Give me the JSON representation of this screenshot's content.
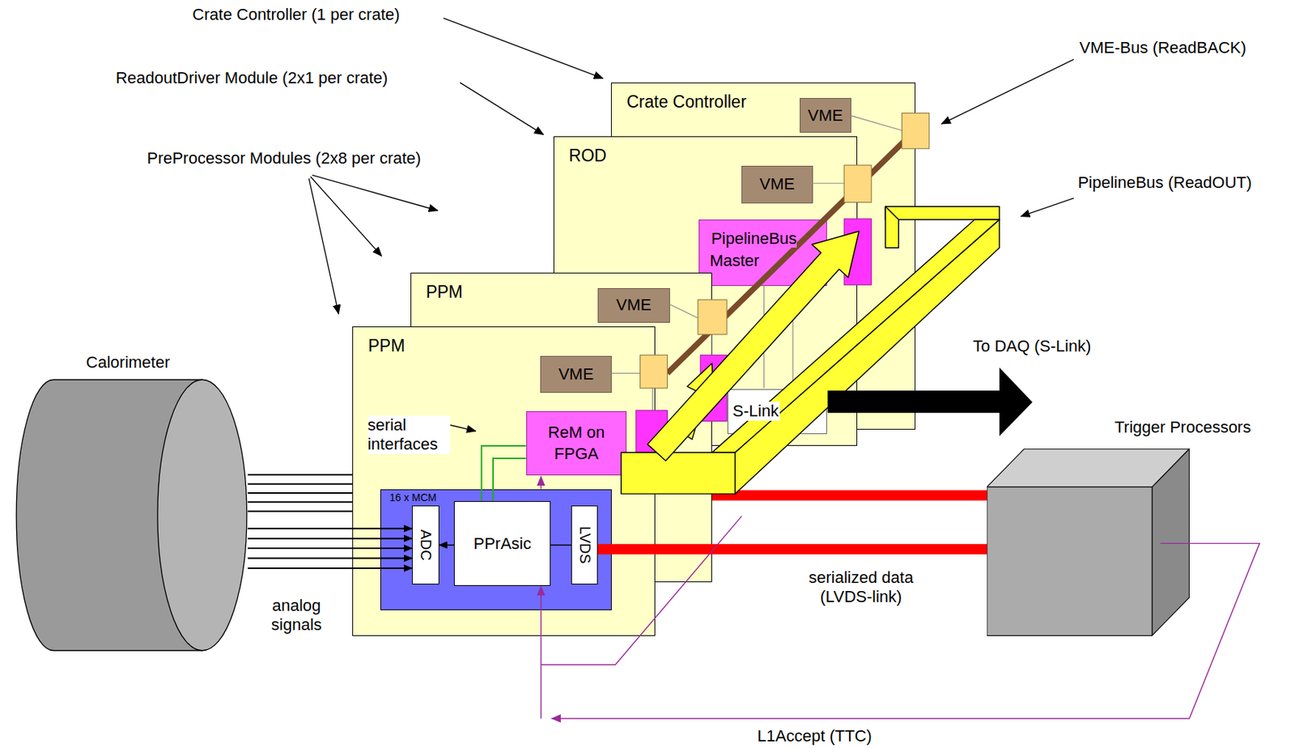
{
  "diagram": {
    "nodes": [
      {
        "text": [
          "Crate Controller"
        ]
      },
      {
        "text": [
          "VME"
        ],
        "in": 0
      },
      {
        "text": [
          "ROD"
        ]
      },
      {
        "text": [
          "VME"
        ],
        "in": 2
      },
      {
        "text": [
          "PipelineBus Master"
        ],
        "in": 2
      },
      {
        "text": [
          "S-Link"
        ],
        "in": 2
      },
      {
        "text": [
          "PPM"
        ]
      },
      {
        "text": [
          "VME"
        ],
        "in": 6
      },
      {
        "text": [
          "PPM"
        ]
      },
      {
        "text": [
          "VME"
        ],
        "in": 8
      },
      {
        "text": [
          "ReM on FPGA"
        ],
        "in": 8
      },
      {
        "text": [
          "16 x MCM"
        ],
        "in": 8
      },
      {
        "text": [
          "ADC"
        ],
        "in": 11
      },
      {
        "text": [
          "PPrAsic"
        ],
        "in": 11
      },
      {
        "text": [
          "LVDS"
        ],
        "in": 11
      },
      {
        "text": [
          "Calorimeter"
        ]
      },
      {
        "text": [
          "Trigger Processors"
        ]
      }
    ],
    "edges": [
      {
        "from": 15,
        "to": 12,
        "arrow": "to"
      },
      {
        "from": 15,
        "to": 12,
        "arrow": "to"
      },
      {
        "from": 15,
        "to": 12,
        "arrow": "to"
      },
      {
        "from": 15,
        "to": 12,
        "arrow": "to"
      },
      {
        "from": 15,
        "to": 12,
        "arrow": "to"
      },
      {
        "from": 15,
        "to": 8,
        "arrow": "none"
      },
      {
        "from": 15,
        "to": 8,
        "arrow": "none"
      },
      {
        "from": 15,
        "to": 8,
        "arrow": "none"
      },
      {
        "from": 15,
        "to": 8,
        "arrow": "none"
      },
      {
        "from": 15,
        "to": 8,
        "arrow": "none"
      },
      {
        "from": 13,
        "to": 10,
        "arrow": "none"
      },
      {
        "from": 13,
        "to": 10,
        "arrow": "none"
      },
      {
        "from": 13,
        "to": 12,
        "arrow": "to"
      },
      {
        "from": 13,
        "to": 14,
        "arrow": "none"
      },
      {
        "from": 14,
        "to": 16,
        "arrow": "none"
      },
      {
        "from": 6,
        "to": 16,
        "arrow": "none"
      }
    ],
    "labels": [
      "Crate Controller (1 per crate)",
      "ReadoutDriver Module (2x1 per crate)",
      "PreProcessor Modules (2x8 per crate)",
      "VME-Bus (ReadBACK)",
      "PipelineBus (ReadOUT)",
      "To DAQ (S-Link)",
      "serial interfaces",
      "analog signals",
      "serialized data (LVDS-link)",
      "L1Accept (TTC)"
    ]
  }
}
